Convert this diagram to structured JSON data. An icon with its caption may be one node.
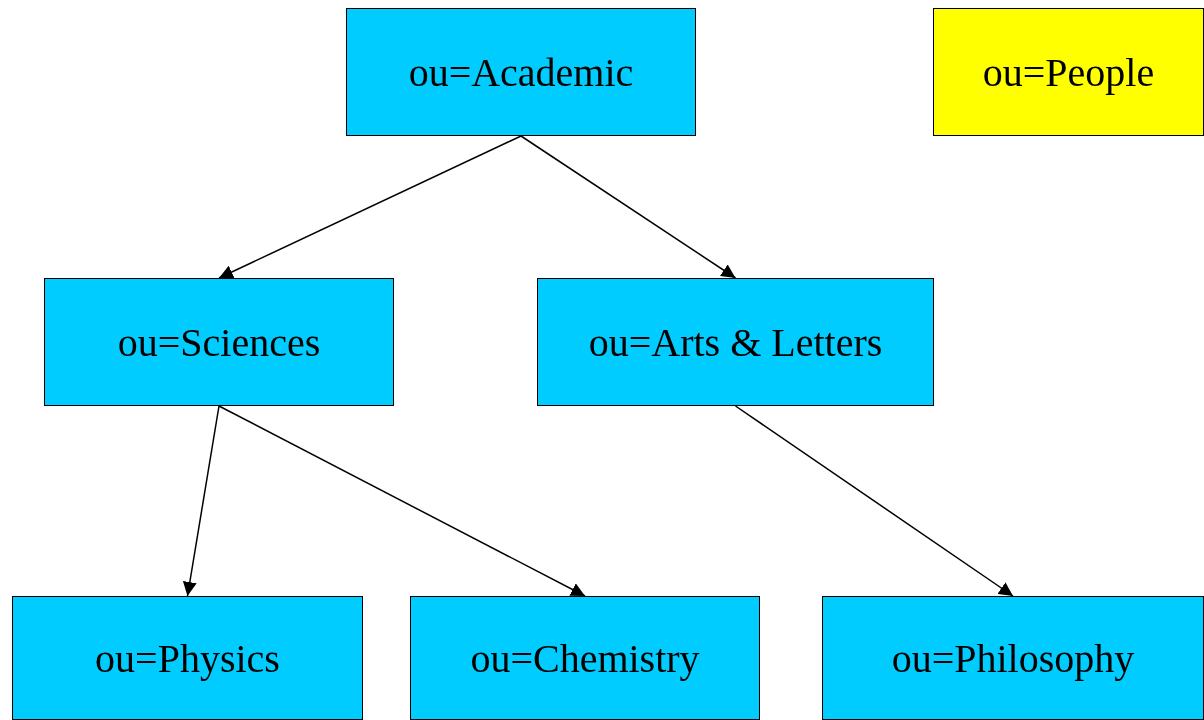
{
  "diagram": {
    "nodes": [
      {
        "text": [
          "ou=Academic"
        ]
      },
      {
        "text": [
          "ou=People"
        ]
      },
      {
        "text": [
          "ou=Sciences"
        ]
      },
      {
        "text": [
          "ou=Arts & Letters"
        ]
      },
      {
        "text": [
          "ou=Physics"
        ]
      },
      {
        "text": [
          "ou=Chemistry"
        ]
      },
      {
        "text": [
          "ou=Philosophy"
        ]
      }
    ],
    "edges": [
      {
        "from": 0,
        "to": 2,
        "arrow": "to"
      },
      {
        "from": 0,
        "to": 3,
        "arrow": "to"
      },
      {
        "from": 2,
        "to": 4,
        "arrow": "to"
      },
      {
        "from": 2,
        "to": 5,
        "arrow": "to"
      },
      {
        "from": 3,
        "to": 6,
        "arrow": "to"
      }
    ]
  }
}
